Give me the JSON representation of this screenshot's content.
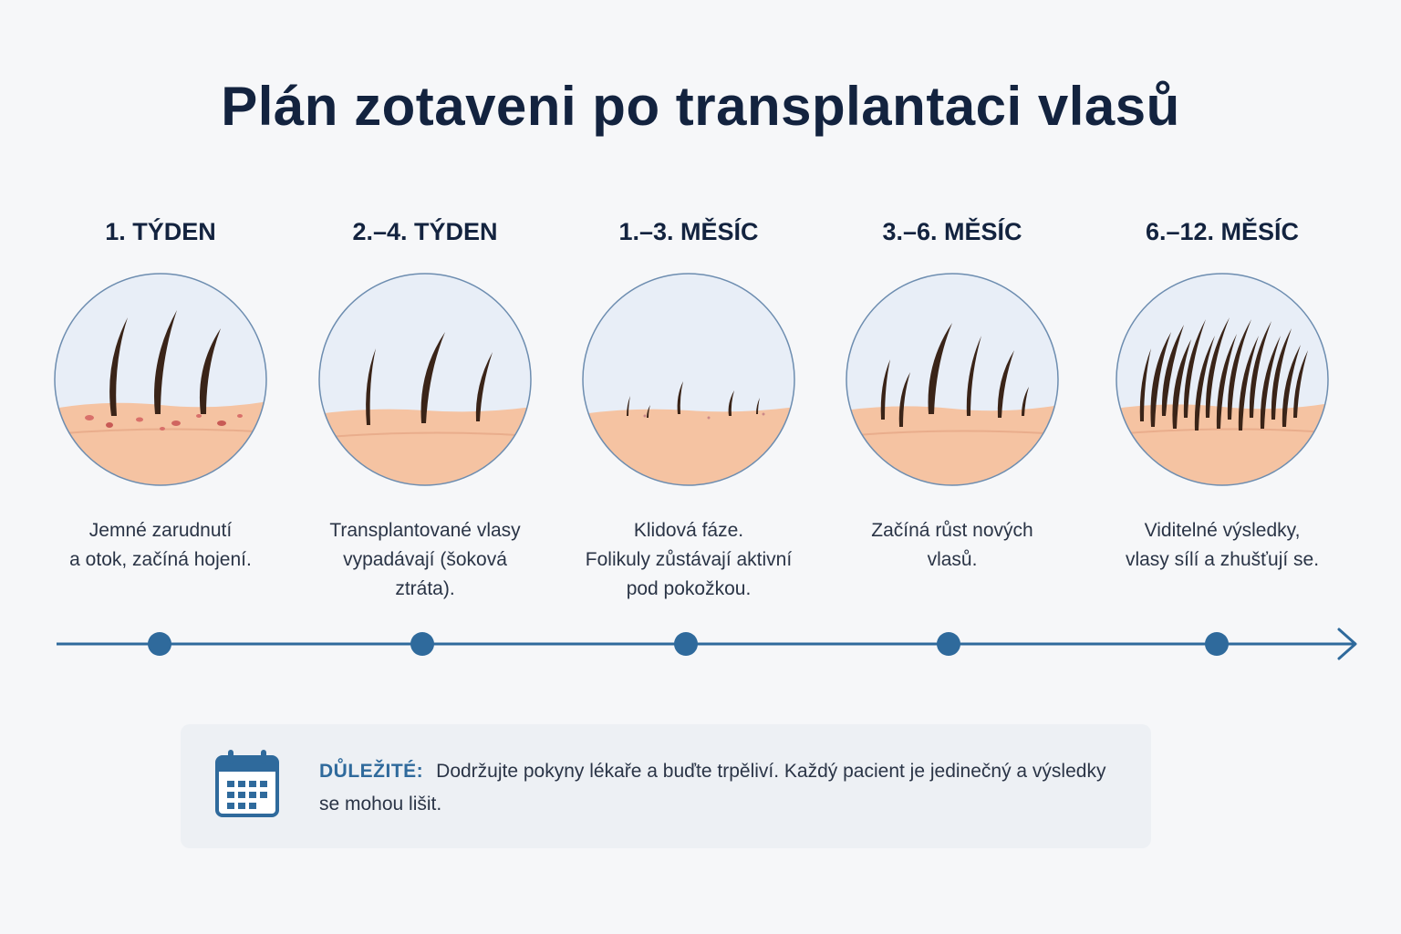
{
  "title": "Plán zotaveni po transplantaci vlasů",
  "stages": [
    {
      "title": "1. TÝDEN",
      "description": "Jemné zarudnutí\na otok, začíná hojení."
    },
    {
      "title": "2.–4. TÝDEN",
      "description": "Transplantované vlasy\nvypadávají (šoková\nztráta)."
    },
    {
      "title": "1.–3. MĚSÍC",
      "description": "Klidová fáze.\nFolikuly zůstávají aktivní\npod pokožkou."
    },
    {
      "title": "3.–6. MĚSÍC",
      "description": "Začíná růst nových\nvlasů."
    },
    {
      "title": "6.–12. MĚSÍC",
      "description": "Viditelné výsledky,\nvlasy sílí a zhušťují se."
    }
  ],
  "note": {
    "label": "DŮLEŽITÉ:",
    "text": "Dodržujte pokyny lékaře a buďte trpěliví. Každý pacient je jedinečný a výsledky se mohou lišit.",
    "icon": "calendar-icon"
  },
  "colors": {
    "title": "#13233f",
    "accent": "#2f6a9c",
    "skin": "#f5c3a2",
    "hair": "#3a2418",
    "circle_bg": "#e8eef7"
  }
}
